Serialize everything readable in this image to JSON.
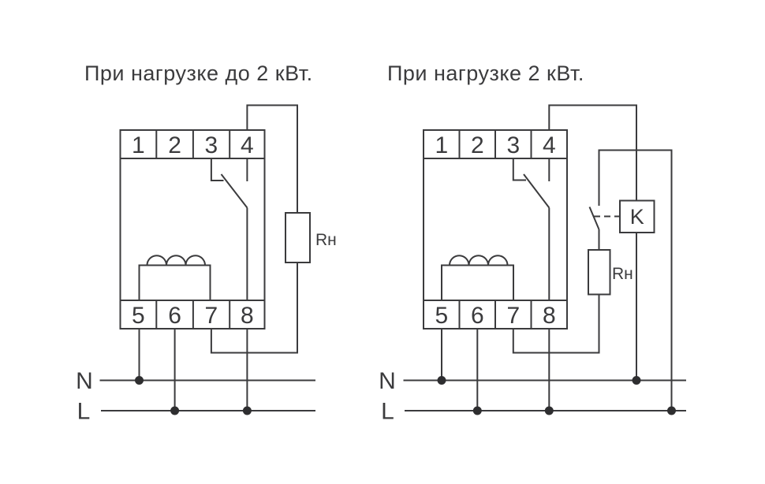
{
  "colors": {
    "line": "#3b3b3d",
    "text": "#3b3b3d",
    "junction_dot": "#2e2e30",
    "background": "#ffffff"
  },
  "diagrams": [
    {
      "title": "При нагрузке до 2 кВт.",
      "top_terminals": [
        "1",
        "2",
        "3",
        "4"
      ],
      "bottom_terminals": [
        "5",
        "6",
        "7",
        "8"
      ],
      "load_label": "Rн",
      "neutral_label": "N",
      "line_label": "L"
    },
    {
      "title": "При нагрузке 2 кВт.",
      "top_terminals": [
        "1",
        "2",
        "3",
        "4"
      ],
      "bottom_terminals": [
        "5",
        "6",
        "7",
        "8"
      ],
      "load_label": "Rн",
      "contactor_label": "K",
      "neutral_label": "N",
      "line_label": "L"
    }
  ]
}
